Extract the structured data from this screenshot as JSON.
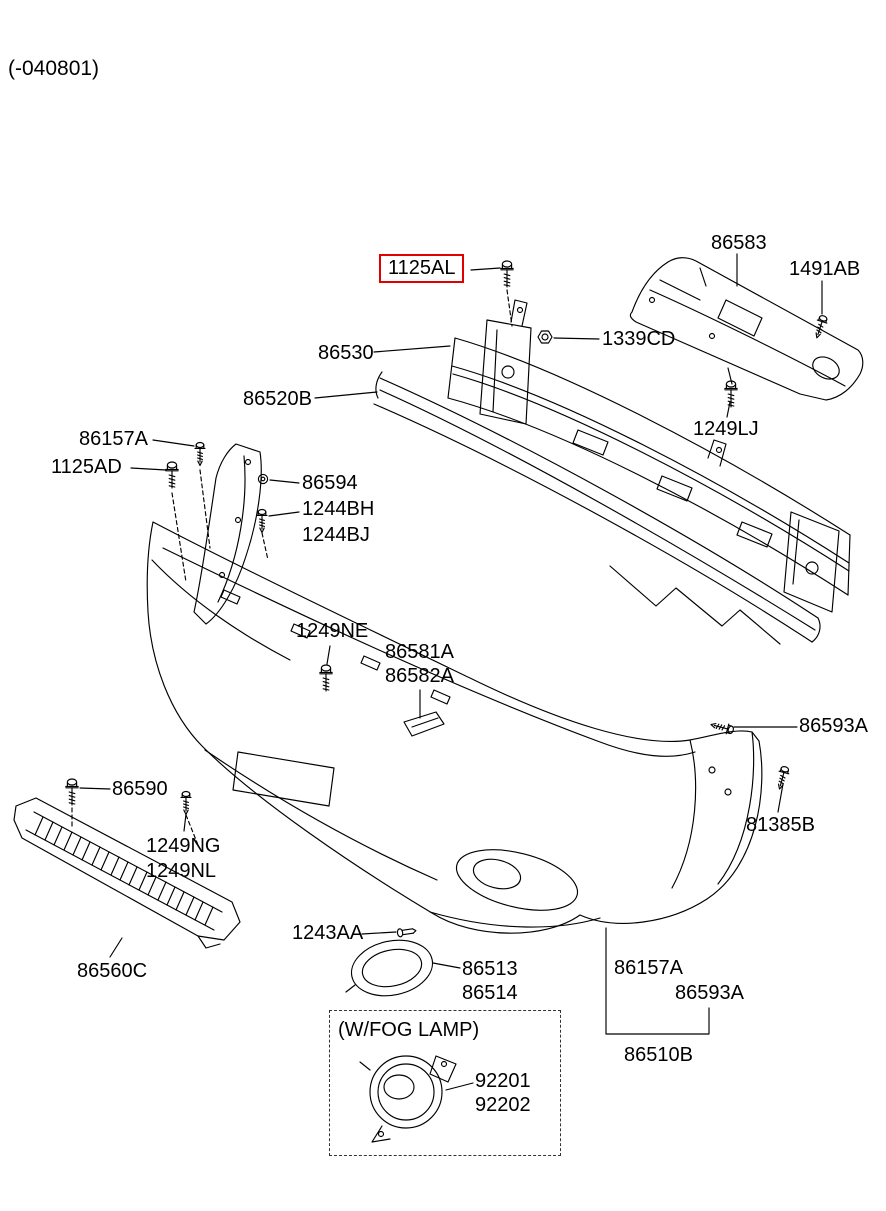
{
  "page": {
    "revision_code": "(-040801)",
    "background": "#ffffff"
  },
  "colors": {
    "line": "#000000",
    "text": "#000000",
    "highlight_box": "#e10000"
  },
  "callouts": {
    "bolt_1125AL": "1125AL",
    "cowl_top_86583": "86583",
    "clip_1491AB": "1491AB",
    "nut_1339CD": "1339CD",
    "rail_86530": "86530",
    "absorber_86520B": "86520B",
    "bolt_1249LJ": "1249LJ",
    "screw_86157A_side": "86157A",
    "bolt_1125AD": "1125AD",
    "grommet_86594": "86594",
    "screw_1244BH": "1244BH",
    "screw_1244BJ": "1244BJ",
    "bolt_1249NE": "1249NE",
    "bracket_86581A": "86581A",
    "bracket_86582A": "86582A",
    "clip_86593A_side": "86593A",
    "bolt_86590": "86590",
    "screw_81385B": "81385B",
    "screw_1249NG": "1249NG",
    "screw_1249NL": "1249NL",
    "clip_1243AA": "1243AA",
    "cover_86513": "86513",
    "cover_86514": "86514",
    "grille_86560C": "86560C",
    "screw_86157A_front": "86157A",
    "clip_86593A_front": "86593A",
    "bumper_assembly_86510B": "86510B",
    "fog_lamp_option_note": "(W/FOG LAMP)",
    "fog_lamp_92201": "92201",
    "fog_lamp_92202": "92202"
  }
}
